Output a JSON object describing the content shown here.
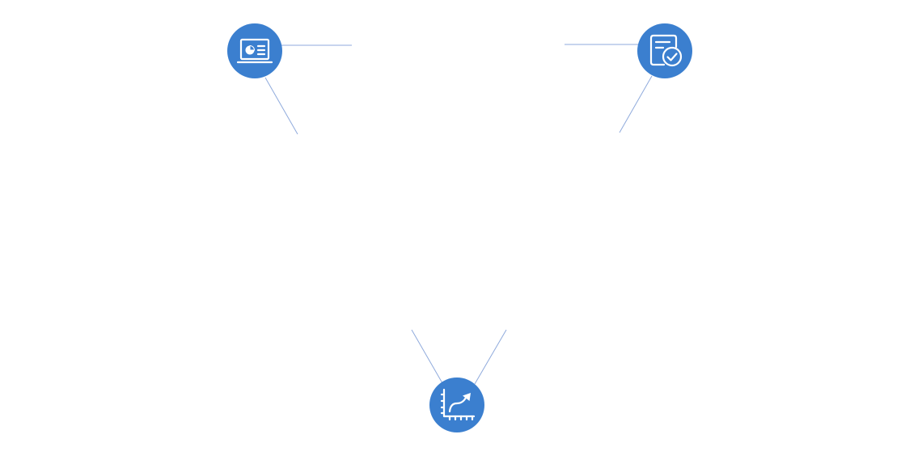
{
  "colors": {
    "background": "#ffffff",
    "node_fill": "#3b7fcf",
    "icon_color": "#ffffff",
    "connector": "#8faadc"
  },
  "nodes": [
    {
      "id": "top-left",
      "icon": "presentation-laptop-icon"
    },
    {
      "id": "top-right",
      "icon": "document-check-icon"
    },
    {
      "id": "bottom",
      "icon": "growth-chart-icon"
    }
  ]
}
